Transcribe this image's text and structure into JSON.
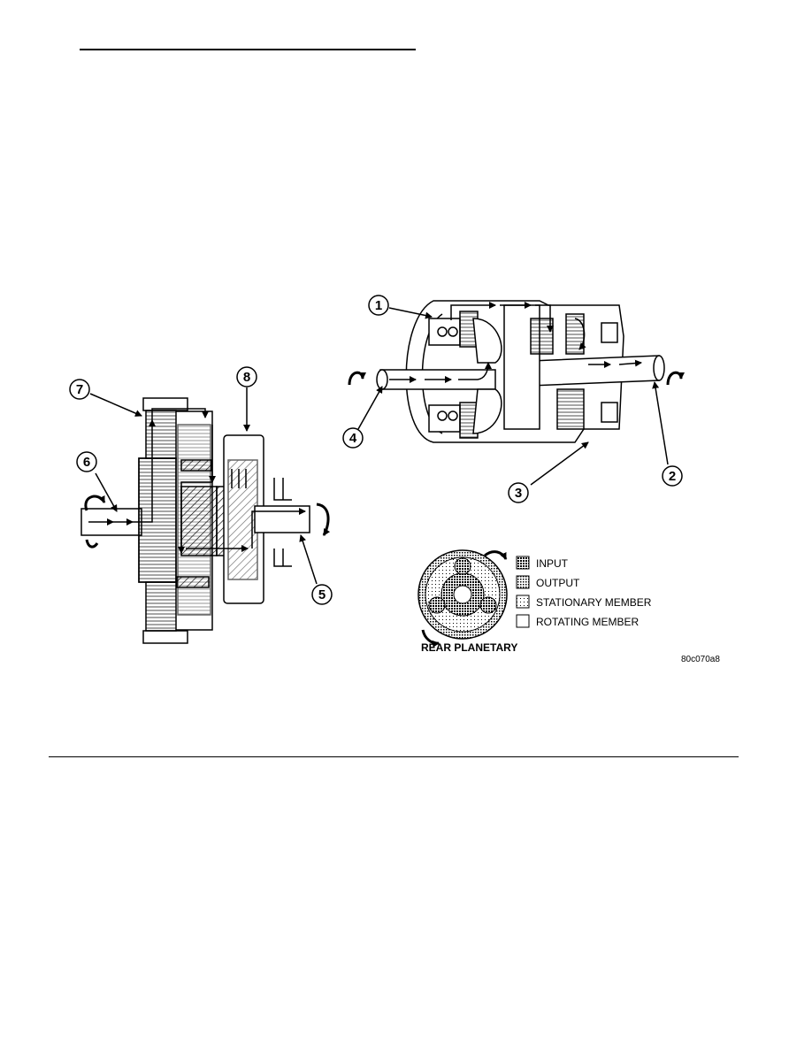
{
  "callouts": [
    "1",
    "2",
    "3",
    "4",
    "5",
    "6",
    "7",
    "8"
  ],
  "legend": {
    "input": "INPUT",
    "output": "OUTPUT",
    "stationary": "STATIONARY MEMBER",
    "rotating": "ROTATING MEMBER"
  },
  "caption": "REAR PLANETARY",
  "figure_id": "80c070a8"
}
